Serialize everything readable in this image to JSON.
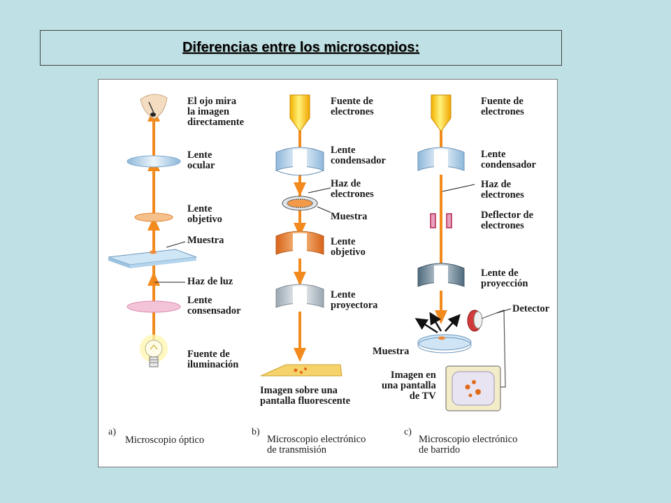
{
  "title": "Diferencias entre los microscopios:",
  "optical": {
    "labels": {
      "eye": "El ojo mira\nla imagen\ndirectamente",
      "ocular": "Lente\nocular",
      "objective": "Lente\nobjetivo",
      "sample": "Muestra",
      "beam": "Haz de luz",
      "condenser": "Lente\nconsensador",
      "source": "Fuente de\niluminación"
    },
    "caption_letter": "a)",
    "caption": "Microscopio óptico"
  },
  "tem": {
    "labels": {
      "source": "Fuente de\nelectrones",
      "condenser": "Lente\ncondensador",
      "beam": "Haz de\nelectrones",
      "sample": "Muestra",
      "objective": "Lente\nobjetivo",
      "projector": "Lente\nproyectora",
      "image": "Imagen sobre una\npantalla fluorescente"
    },
    "caption_letter": "b)",
    "caption": "Microscopio electrónico\nde transmisión"
  },
  "sem": {
    "labels": {
      "source": "Fuente de\nelectrones",
      "condenser": "Lente\ncondensador",
      "beam": "Haz de\nelectrones",
      "deflector": "Deflector de\nelectrones",
      "projection": "Lente de\nproyección",
      "detector": "Detector",
      "sample": "Muestra",
      "image": "Imagen en\nuna pantalla\nde TV"
    },
    "caption_letter": "c)",
    "caption": "Microscopio electrónico\nde barrido"
  },
  "colors": {
    "background": "#bfe0e4",
    "arrow": "#f28a1e",
    "lens_blue": "#a9d2ec",
    "lens_orange": "#f2a25c",
    "lens_pink": "#e9a0c0",
    "tem_objective": "#e57c2a",
    "sem_projection": "#6f8fa2"
  },
  "icons": [
    "eye-icon",
    "light-bulb-icon",
    "electron-gun-icon",
    "detector-icon",
    "tv-screen-icon"
  ]
}
